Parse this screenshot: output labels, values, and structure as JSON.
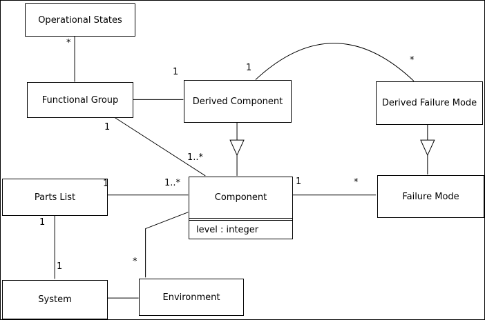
{
  "diagram": {
    "type": "uml-class-diagram",
    "colors": {
      "line": "#000000",
      "box_fill": "#ffffff",
      "background": "#ffffff"
    },
    "classes": [
      {
        "name": "Operational States"
      },
      {
        "name": "Functional Group"
      },
      {
        "name": "Derived Component"
      },
      {
        "name": "Derived Failure Mode"
      },
      {
        "name": "Parts List"
      },
      {
        "name": "Component",
        "attributes": [
          "level : integer"
        ]
      },
      {
        "name": "Failure Mode"
      },
      {
        "name": "System"
      },
      {
        "name": "Environment"
      }
    ],
    "relationships": [
      {
        "from": "Functional Group",
        "to": "Operational States",
        "type": "association",
        "to_multiplicity": "*"
      },
      {
        "from": "Functional Group",
        "to": "Derived Component",
        "type": "association",
        "to_multiplicity": "1"
      },
      {
        "from": "Functional Group",
        "to": "Component",
        "type": "association",
        "from_multiplicity": "1",
        "to_multiplicity": "1..*"
      },
      {
        "from": "Derived Component",
        "to": "Component",
        "type": "generalization"
      },
      {
        "from": "Derived Failure Mode",
        "to": "Failure Mode",
        "type": "generalization"
      },
      {
        "from": "Derived Component",
        "to": "Derived Failure Mode",
        "type": "association",
        "from_multiplicity": "1",
        "to_multiplicity": "*"
      },
      {
        "from": "Component",
        "to": "Failure Mode",
        "type": "association",
        "from_multiplicity": "1",
        "to_multiplicity": "*"
      },
      {
        "from": "Parts List",
        "to": "Component",
        "type": "association",
        "from_multiplicity": "1",
        "to_multiplicity": "1..*"
      },
      {
        "from": "Parts List",
        "to": "System",
        "type": "association",
        "from_multiplicity": "1",
        "to_multiplicity": "1"
      },
      {
        "from": "Component",
        "to": "Environment",
        "type": "association",
        "to_multiplicity": "*"
      },
      {
        "from": "System",
        "to": "Environment",
        "type": "association"
      }
    ],
    "labels": [
      {
        "text": "*"
      },
      {
        "text": "1"
      },
      {
        "text": "1"
      },
      {
        "text": "*"
      },
      {
        "text": "1"
      },
      {
        "text": "1..*"
      },
      {
        "text": "1"
      },
      {
        "text": "1..*"
      },
      {
        "text": "1"
      },
      {
        "text": "*"
      },
      {
        "text": "1"
      },
      {
        "text": "1"
      },
      {
        "text": "*"
      }
    ]
  }
}
